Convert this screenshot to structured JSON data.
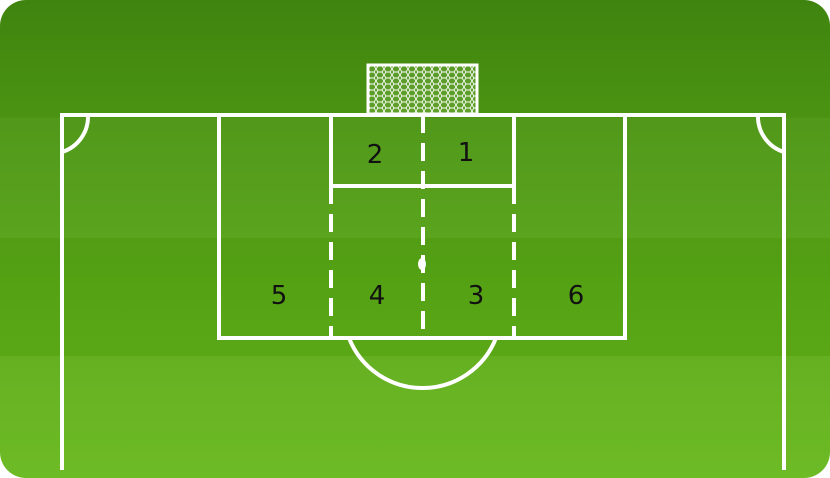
{
  "pitch": {
    "colors": {
      "grass_light": "#63b418",
      "grass_mid": "#55a414",
      "grass_dark": "#3a7c0e",
      "lines": "#ffffff",
      "label": "#111111"
    },
    "zones": [
      {
        "id": "zone-1",
        "label": "1"
      },
      {
        "id": "zone-2",
        "label": "2"
      },
      {
        "id": "zone-3",
        "label": "3"
      },
      {
        "id": "zone-4",
        "label": "4"
      },
      {
        "id": "zone-5",
        "label": "5"
      },
      {
        "id": "zone-6",
        "label": "6"
      }
    ],
    "goal_icon": "goal-net-icon"
  }
}
